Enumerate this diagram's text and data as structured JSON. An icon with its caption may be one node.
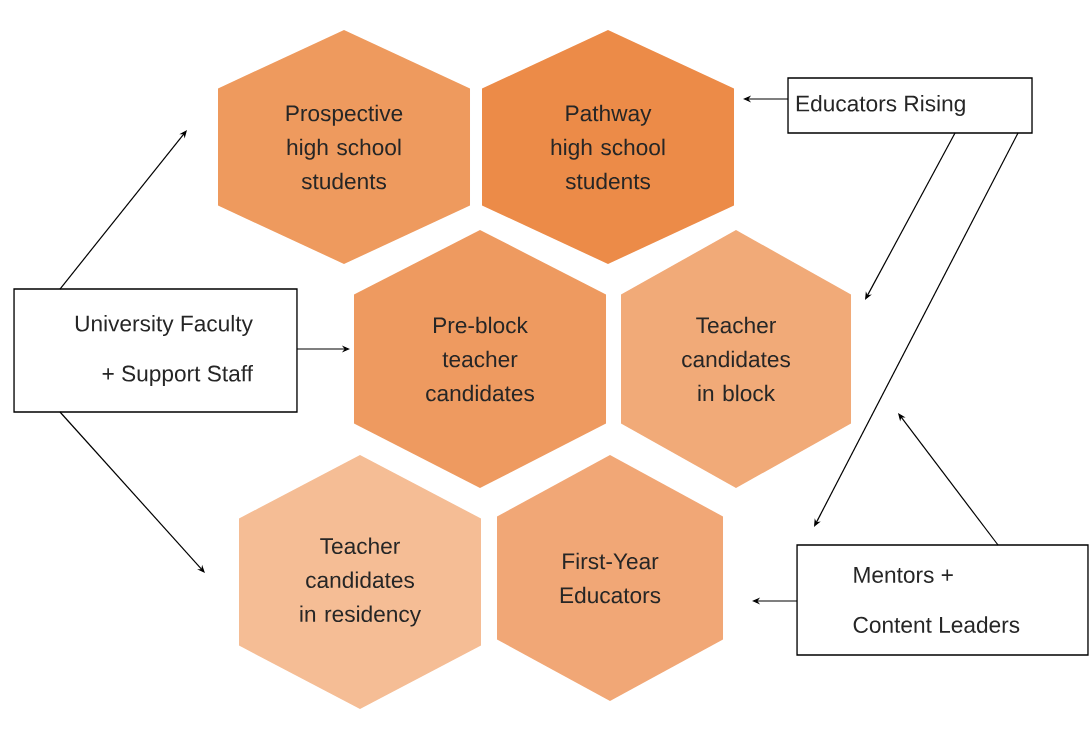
{
  "diagram": {
    "nodes": [
      {
        "text": [
          "Prospective high school students"
        ]
      },
      {
        "text": [
          "Pathway high school students"
        ]
      },
      {
        "text": [
          "Educators Rising"
        ]
      },
      {
        "text": [
          "University Faculty + Support Staff"
        ]
      },
      {
        "text": [
          "Pre-block teacher candidates"
        ]
      },
      {
        "text": [
          "Teacher candidates in block"
        ]
      },
      {
        "text": [
          "Teacher candidates in residency"
        ]
      },
      {
        "text": [
          "First-Year Educators"
        ]
      },
      {
        "text": [
          "Mentors + Content Leaders"
        ]
      }
    ],
    "edges": [
      {
        "from": 3,
        "to": 0,
        "arrow": "to"
      },
      {
        "from": 3,
        "to": 4,
        "arrow": "to"
      },
      {
        "from": 3,
        "to": 6,
        "arrow": "to"
      },
      {
        "from": 2,
        "to": 1,
        "arrow": "to"
      },
      {
        "from": 2,
        "to": 5,
        "arrow": "to"
      },
      {
        "from": 2,
        "to": 8,
        "arrow": "to"
      },
      {
        "from": 8,
        "to": 5,
        "arrow": "to"
      },
      {
        "from": 8,
        "to": 7,
        "arrow": "to"
      }
    ]
  }
}
